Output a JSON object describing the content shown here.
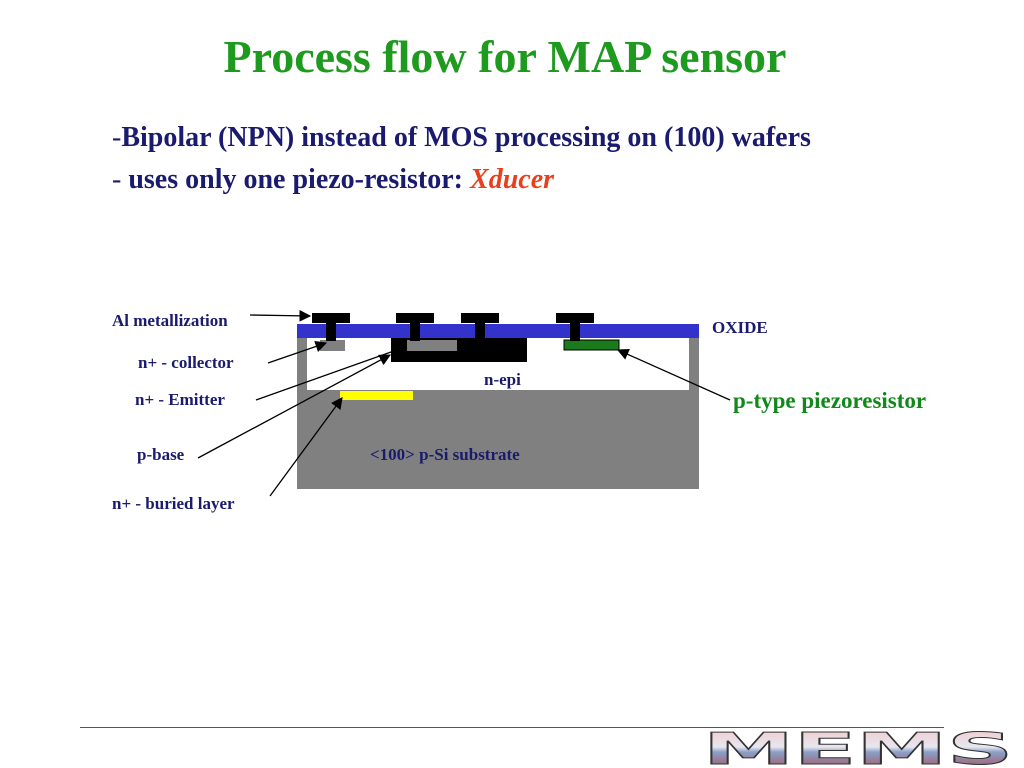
{
  "slide": {
    "title": "Process flow for MAP sensor",
    "bullets": [
      {
        "dash": "-",
        "text": "Bipolar (NPN) instead of MOS processing on (100) wafers",
        "highlight": ""
      },
      {
        "dash": "- ",
        "text": "uses only one piezo-resistor: ",
        "highlight": "Xducer"
      }
    ]
  },
  "diagram": {
    "labels": {
      "al_metallization": "Al metallization",
      "oxide": "OXIDE",
      "n_collector": "n+ - collector",
      "n_emitter": "n+ - Emitter",
      "p_base": "p-base",
      "n_buried_layer": "n+ - buried layer",
      "n_epi": "n-epi",
      "substrate": "<100> p-Si substrate",
      "p_type_piezoresistor": "p-type piezoresistor"
    },
    "colors": {
      "oxide": "#3333cc",
      "metal": "#000000",
      "substrate": "#808080",
      "collector": "#808080",
      "emitter": "#808080",
      "buried_layer": "#ffff00",
      "piezoresistor": "#1b7a1b",
      "label_text": "#1a1a6e",
      "piezo_label_text": "#11881a"
    }
  },
  "logo": {
    "text": "MEMS"
  }
}
